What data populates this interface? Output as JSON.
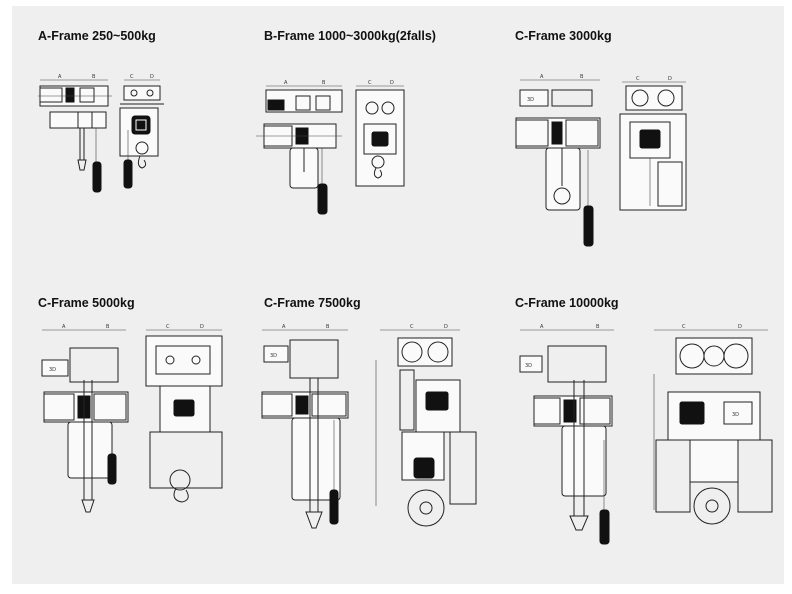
{
  "frames": [
    {
      "label": "A-Frame 250~500kg"
    },
    {
      "label": "B-Frame 1000~3000kg(2falls)"
    },
    {
      "label": "C-Frame 3000kg"
    },
    {
      "label": "C-Frame 5000kg"
    },
    {
      "label": "C-Frame 7500kg"
    },
    {
      "label": "C-Frame 10000kg"
    }
  ],
  "dimension_letters": {
    "a": "A",
    "b": "B",
    "c": "C",
    "d": "D"
  },
  "motor_badge": "3D"
}
